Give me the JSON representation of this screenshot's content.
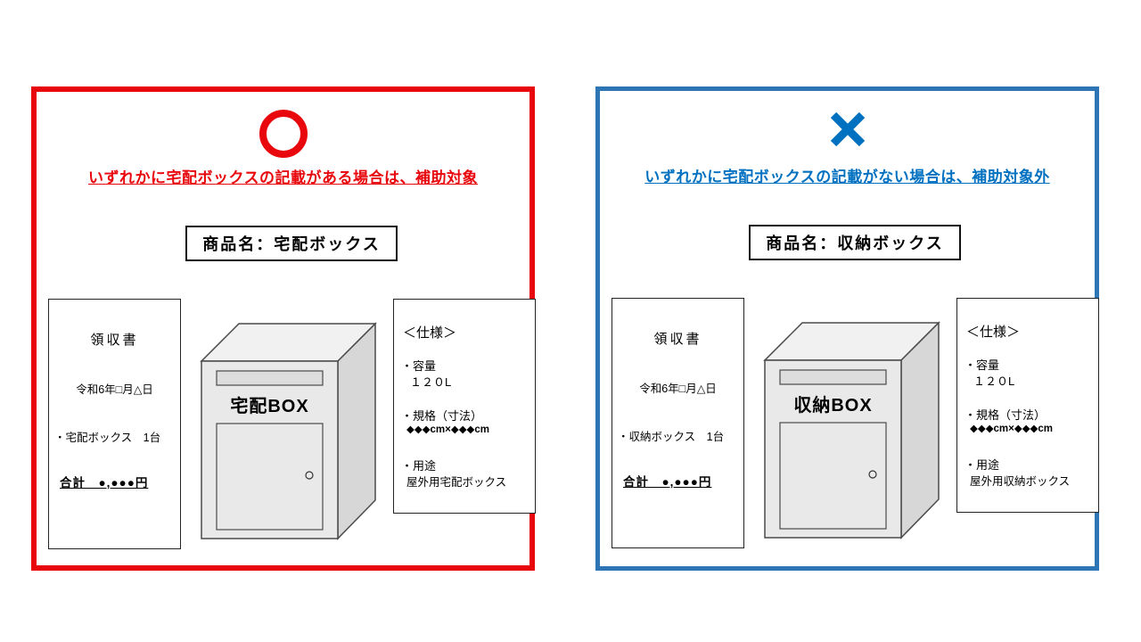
{
  "panels": [
    {
      "verdict": "eligible",
      "symbol": "circle",
      "frame_color": "#e8070c",
      "accent_color": "#e8070c",
      "headline": "いずれかに宅配ボックスの記載がある場合は、補助対象",
      "product_label": "商品名：宅配ボックス",
      "receipt": {
        "title": "領収書",
        "date": "令和6年□月△日",
        "item": "・宅配ボックス　1台",
        "total": "合計　●,●●●円"
      },
      "box_label": "宅配BOX",
      "spec": {
        "title": "＜仕様＞",
        "capacity_label": "・容量",
        "capacity_value": "１２０L",
        "size_label": "・規格（寸法）",
        "size_value": "◆◆◆cm×◆◆◆cm",
        "use_label": "・用途",
        "use_value": "屋外用宅配ボックス"
      }
    },
    {
      "verdict": "not-eligible",
      "symbol": "cross",
      "frame_color": "#2e75b6",
      "accent_color": "#0070c0",
      "headline": "いずれかに宅配ボックスの記載がない場合は、補助対象外",
      "product_label": "商品名：収納ボックス",
      "receipt": {
        "title": "領収書",
        "date": "令和6年□月△日",
        "item": "・収納ボックス　1台",
        "total": "合計　●,●●●円"
      },
      "box_label": "収納BOX",
      "spec": {
        "title": "＜仕様＞",
        "capacity_label": "・容量",
        "capacity_value": "１２０L",
        "size_label": "・規格（寸法）",
        "size_value": "◆◆◆cm×◆◆◆cm",
        "use_label": "・用途",
        "use_value": "屋外用収納ボックス"
      }
    }
  ]
}
